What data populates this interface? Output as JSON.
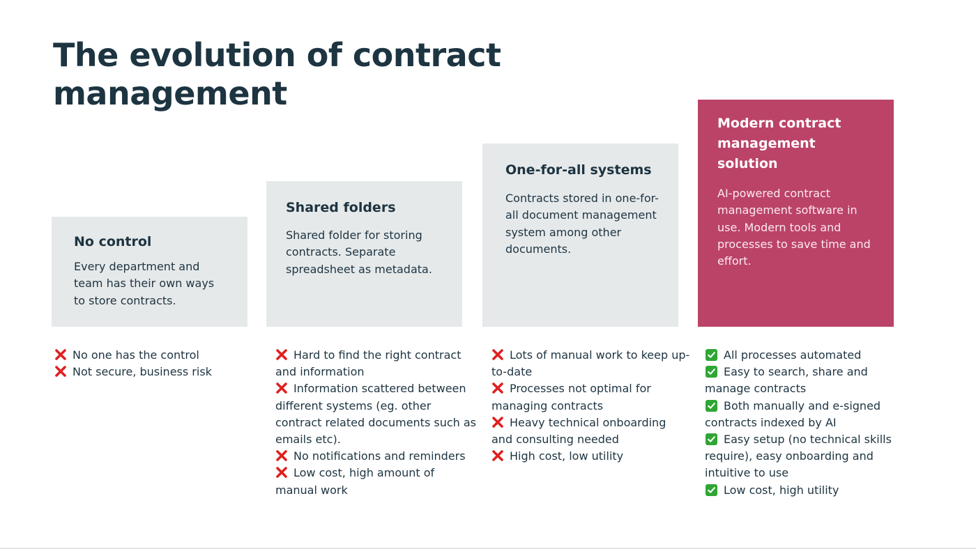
{
  "title": "The evolution of contract management",
  "colors": {
    "heading": "#1d3441",
    "box_grey": "#e6e9ea",
    "box_accent": "#bb4368",
    "cross": "#e02020",
    "check": "#2fa634"
  },
  "stages": [
    {
      "heading": "No control",
      "description": "Every department and team has their own ways to store contracts.",
      "points": [
        {
          "icon": "cross-icon",
          "text": "No one has the control"
        },
        {
          "icon": "cross-icon",
          "text": "Not secure, business risk"
        }
      ]
    },
    {
      "heading": "Shared folders",
      "description": "Shared folder for storing contracts. Separate spreadsheet as metadata.",
      "points": [
        {
          "icon": "cross-icon",
          "text": "Hard to find the right contract and information"
        },
        {
          "icon": "cross-icon",
          "text": "Information scattered between different systems (eg. other contract related documents such as emails etc)."
        },
        {
          "icon": "cross-icon",
          "text": "No notifications and reminders"
        },
        {
          "icon": "cross-icon",
          "text": "Low cost, high amount of manual work"
        }
      ]
    },
    {
      "heading": "One-for-all systems",
      "description": "Contracts stored in one-for-all document management system among other documents.",
      "points": [
        {
          "icon": "cross-icon",
          "text": "Lots of manual work to keep up-to-date"
        },
        {
          "icon": "cross-icon",
          "text": "Processes not optimal for managing contracts"
        },
        {
          "icon": "cross-icon",
          "text": "Heavy technical onboarding and consulting needed"
        },
        {
          "icon": "cross-icon",
          "text": "High cost, low utility"
        }
      ]
    },
    {
      "heading": "Modern contract management solution",
      "description": "AI-powered contract management software in use. Modern tools and processes to save time and effort.",
      "points": [
        {
          "icon": "check-icon",
          "text": "All processes automated"
        },
        {
          "icon": "check-icon",
          "text": "Easy to search, share and manage contracts"
        },
        {
          "icon": "check-icon",
          "text": "Both manually and e-signed contracts indexed by AI"
        },
        {
          "icon": "check-icon",
          "text": "Easy setup (no technical skills require), easy onboarding and intuitive to use"
        },
        {
          "icon": "check-icon",
          "text": "Low cost, high utility"
        }
      ]
    }
  ]
}
